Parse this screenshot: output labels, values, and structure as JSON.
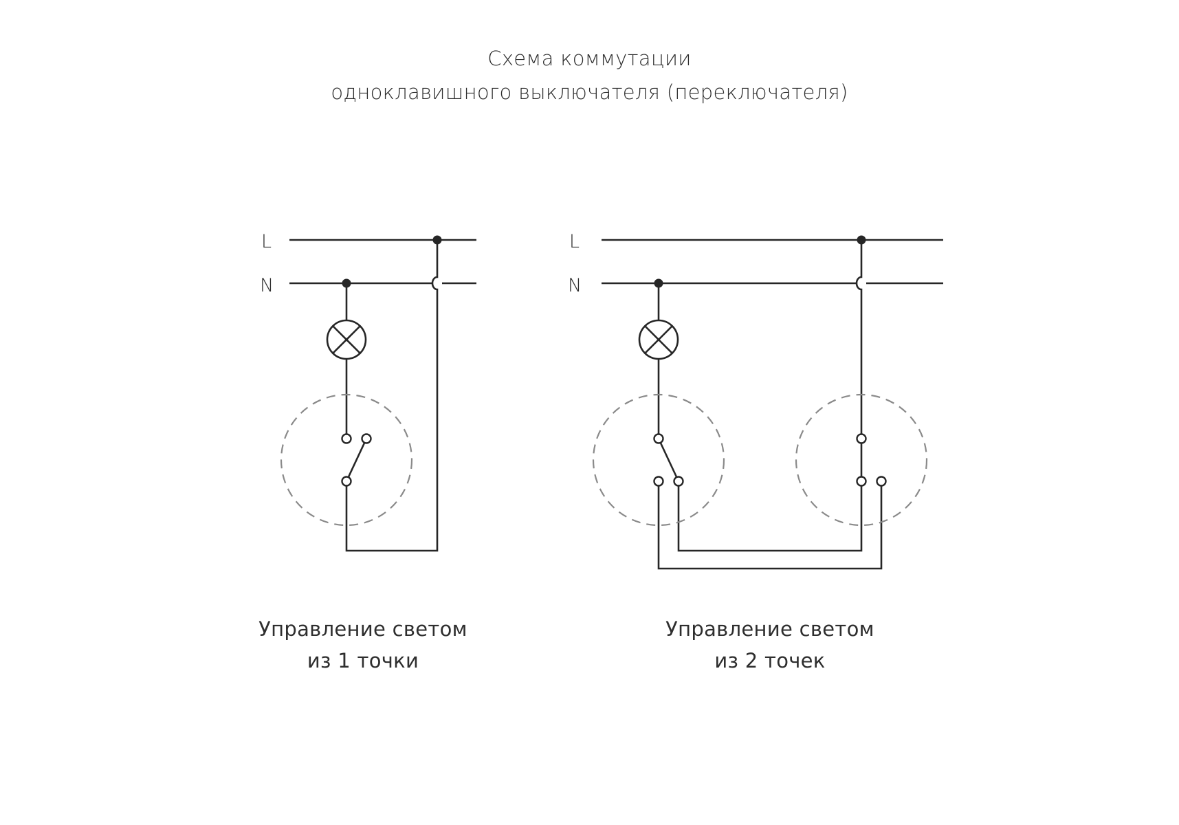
{
  "title": {
    "line1": "Схема коммутации",
    "line2": "одноклавишного выключателя (переключателя)"
  },
  "diagrams": [
    {
      "id": "one-point",
      "line_labels": {
        "phase": "L",
        "neutral": "N"
      },
      "caption": {
        "line1": "Управление светом",
        "line2": "из 1 точки"
      },
      "components": [
        "lamp",
        "single-pole-switch"
      ]
    },
    {
      "id": "two-points",
      "line_labels": {
        "phase": "L",
        "neutral": "N"
      },
      "caption": {
        "line1": "Управление светом",
        "line2": "из 2 точек"
      },
      "components": [
        "lamp",
        "changeover-switch",
        "changeover-switch"
      ]
    }
  ],
  "colors": {
    "wire": "#262626",
    "switch_boundary": "#8a8a8a",
    "text": "#2e2e2e"
  }
}
